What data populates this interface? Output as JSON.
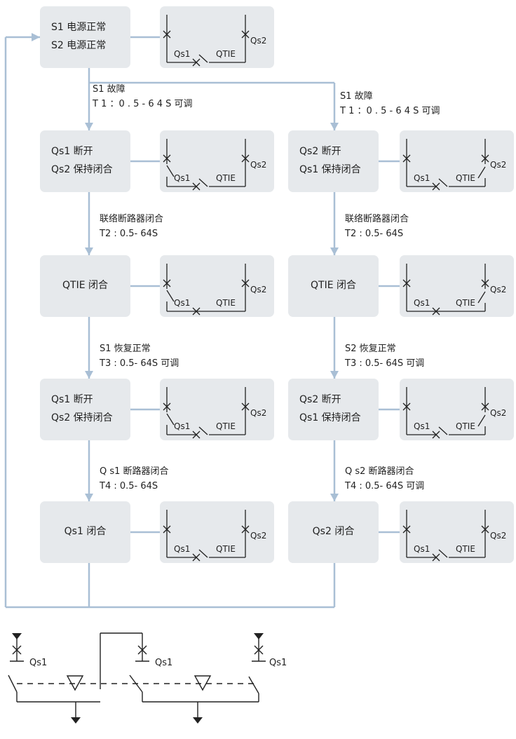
{
  "colors": {
    "box_fill": "#e6e9ec",
    "connector": "#a9bfd5",
    "ink": "#222222"
  },
  "start": {
    "lines": [
      "S1 电源正常",
      "S2 电源正常"
    ]
  },
  "labels": {
    "qs1": "Qs1",
    "qs2": "Qs2",
    "qtie": "QTIE"
  },
  "left_column": {
    "fault": [
      "S1 故障",
      "T 1 ：0 . 5 - 6 4 S 可调"
    ],
    "states": [
      {
        "lines": [
          "Qs1 断开",
          "Qs2 保持闭合"
        ]
      },
      {
        "lines": [
          "QTIE 闭合"
        ]
      },
      {
        "lines": [
          "Qs1 断开",
          "Qs2 保持闭合"
        ]
      },
      {
        "lines": [
          "Qs1 闭合"
        ]
      }
    ],
    "transitions": [
      [
        "联络断路器闭合",
        "T2 : 0.5- 64S"
      ],
      [
        "S1 恢复正常",
        "T3 : 0.5- 64S 可调"
      ],
      [
        "Q s1 断路器闭合",
        "T4 : 0.5- 64S"
      ]
    ]
  },
  "right_column": {
    "fault": [
      "S1 故障",
      "T 1 ：0 . 5 - 6 4 S 可调"
    ],
    "states": [
      {
        "lines": [
          "Qs2 断开",
          "Qs1 保持闭合"
        ]
      },
      {
        "lines": [
          "QTIE 闭合"
        ]
      },
      {
        "lines": [
          "Qs2 断开",
          "Qs1 保持闭合"
        ]
      },
      {
        "lines": [
          "Qs2  闭合"
        ]
      }
    ],
    "transitions": [
      [
        "联络断路器闭合",
        "T2 : 0.5- 64S"
      ],
      [
        "S2 恢复正常",
        "T3 : 0.5- 64S 可调"
      ],
      [
        "Q s2 断路器闭合",
        "T4 : 0.5- 64S 可调"
      ]
    ]
  },
  "bottom_schematic": {
    "breaker_labels": [
      "Qs1",
      "Qs1",
      "Qs1"
    ]
  }
}
